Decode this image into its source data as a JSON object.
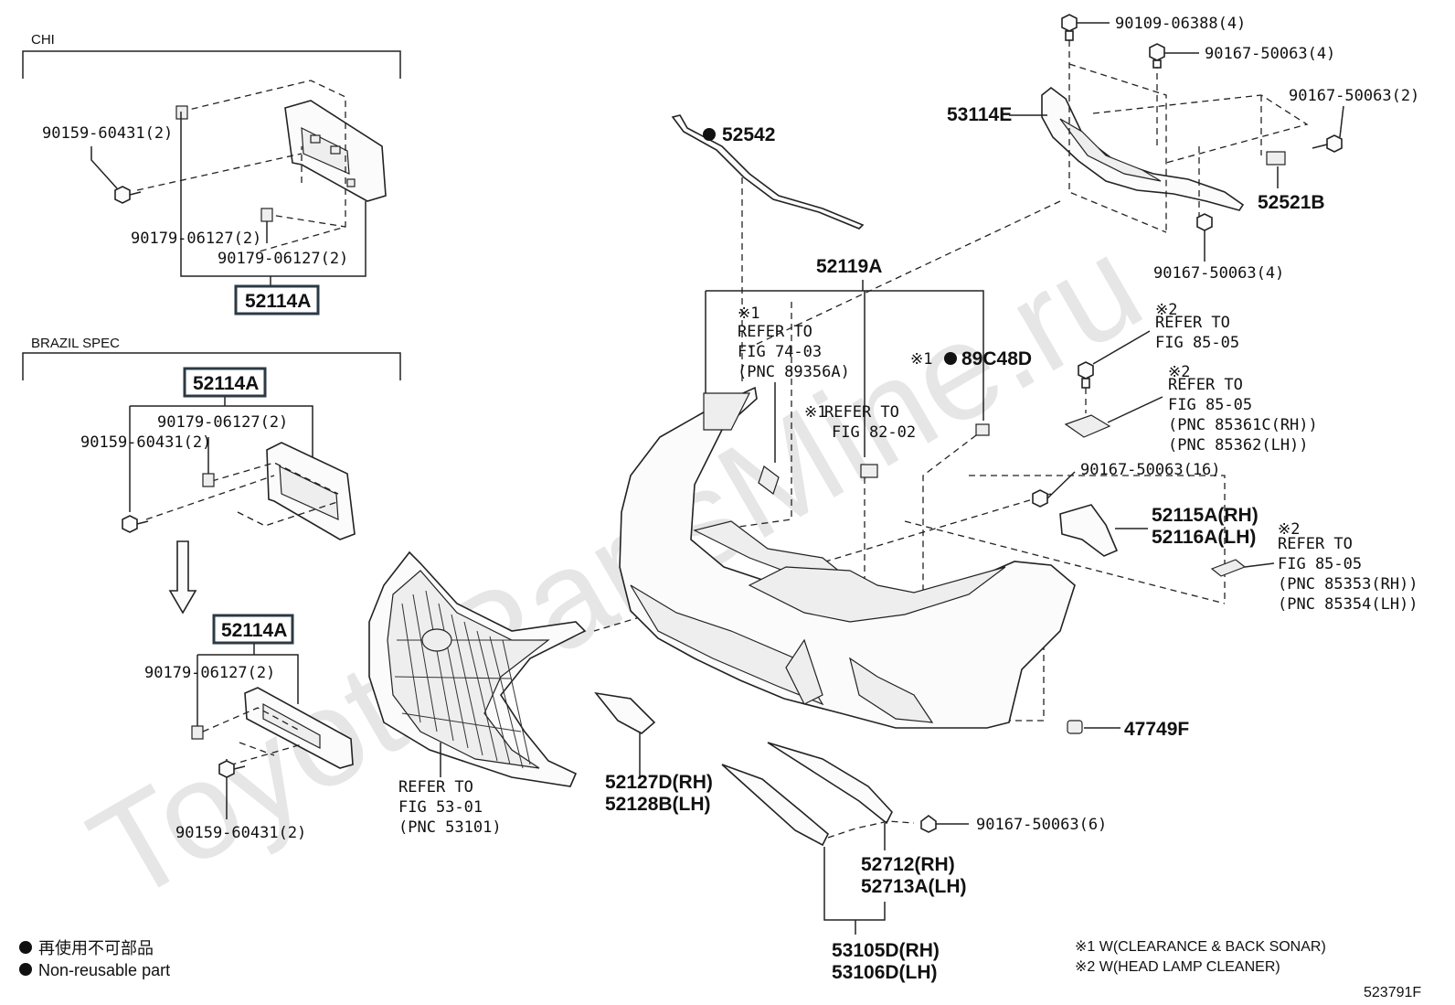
{
  "watermark": "ToyotaPartsMine.ru",
  "sections": {
    "chi": "CHI",
    "brazil": "BRAZIL SPEC"
  },
  "callouts": {
    "c_90159_a": "90159-60431(2)",
    "c_90179_a": "90179-06127(2)",
    "c_90179_b": "90179-06127(2)",
    "c_52114A_a": "52114A",
    "c_52114A_b": "52114A",
    "c_90179_c": "90179-06127(2)",
    "c_90159_b": "90159-60431(2)",
    "c_52114A_c": "52114A",
    "c_90179_d": "90179-06127(2)",
    "c_90159_c": "90159-60431(2)",
    "c_52542": "52542",
    "c_52119A": "52119A",
    "c_ref_74_1": "REFER TO",
    "c_ref_74_2": "FIG 74-03",
    "c_ref_74_3": "(PNC 89356A)",
    "c_ref_82_1": "REFER TO",
    "c_ref_82_2": "FIG 82-02",
    "c_89C48D": "89C48D",
    "c_90109": "90109-06388(4)",
    "c_90167_a": "90167-50063(4)",
    "c_90167_b": "90167-50063(2)",
    "c_53114E": "53114E",
    "c_52521B": "52521B",
    "c_90167_c": "90167-50063(4)",
    "c_ref_85a_1": "REFER TO",
    "c_ref_85a_2": "FIG 85-05",
    "c_ref_85b_1": "REFER TO",
    "c_ref_85b_2": "FIG 85-05",
    "c_ref_85b_3": "(PNC 85361C(RH))",
    "c_ref_85b_4": "(PNC 85362(LH))",
    "c_90167_d": "90167-50063(16)",
    "c_52115A": "52115A(RH)",
    "c_52116A": "52116A(LH)",
    "c_ref_85c_1": "REFER TO",
    "c_ref_85c_2": "FIG 85-05",
    "c_ref_85c_3": "(PNC 85353(RH))",
    "c_ref_85c_4": "(PNC 85354(LH))",
    "c_47749F": "47749F",
    "c_ref_53_1": "REFER TO",
    "c_ref_53_2": "FIG 53-01",
    "c_ref_53_3": "(PNC 53101)",
    "c_52127D": "52127D(RH)",
    "c_52128B": "52128B(LH)",
    "c_90167_e": "90167-50063(6)",
    "c_52712": "52712(RH)",
    "c_52713A": "52713A(LH)",
    "c_53105D": "53105D(RH)",
    "c_53106D": "53106D(LH)"
  },
  "marks": {
    "note1": "※1",
    "note2": "※2"
  },
  "legend": {
    "jp": "再使用不可部品",
    "en": "Non-reusable part"
  },
  "notes": {
    "n1": "※1 W(CLEARANCE & BACK SONAR)",
    "n2": "※2 W(HEAD LAMP CLEANER)"
  },
  "figure_id": "523791F"
}
